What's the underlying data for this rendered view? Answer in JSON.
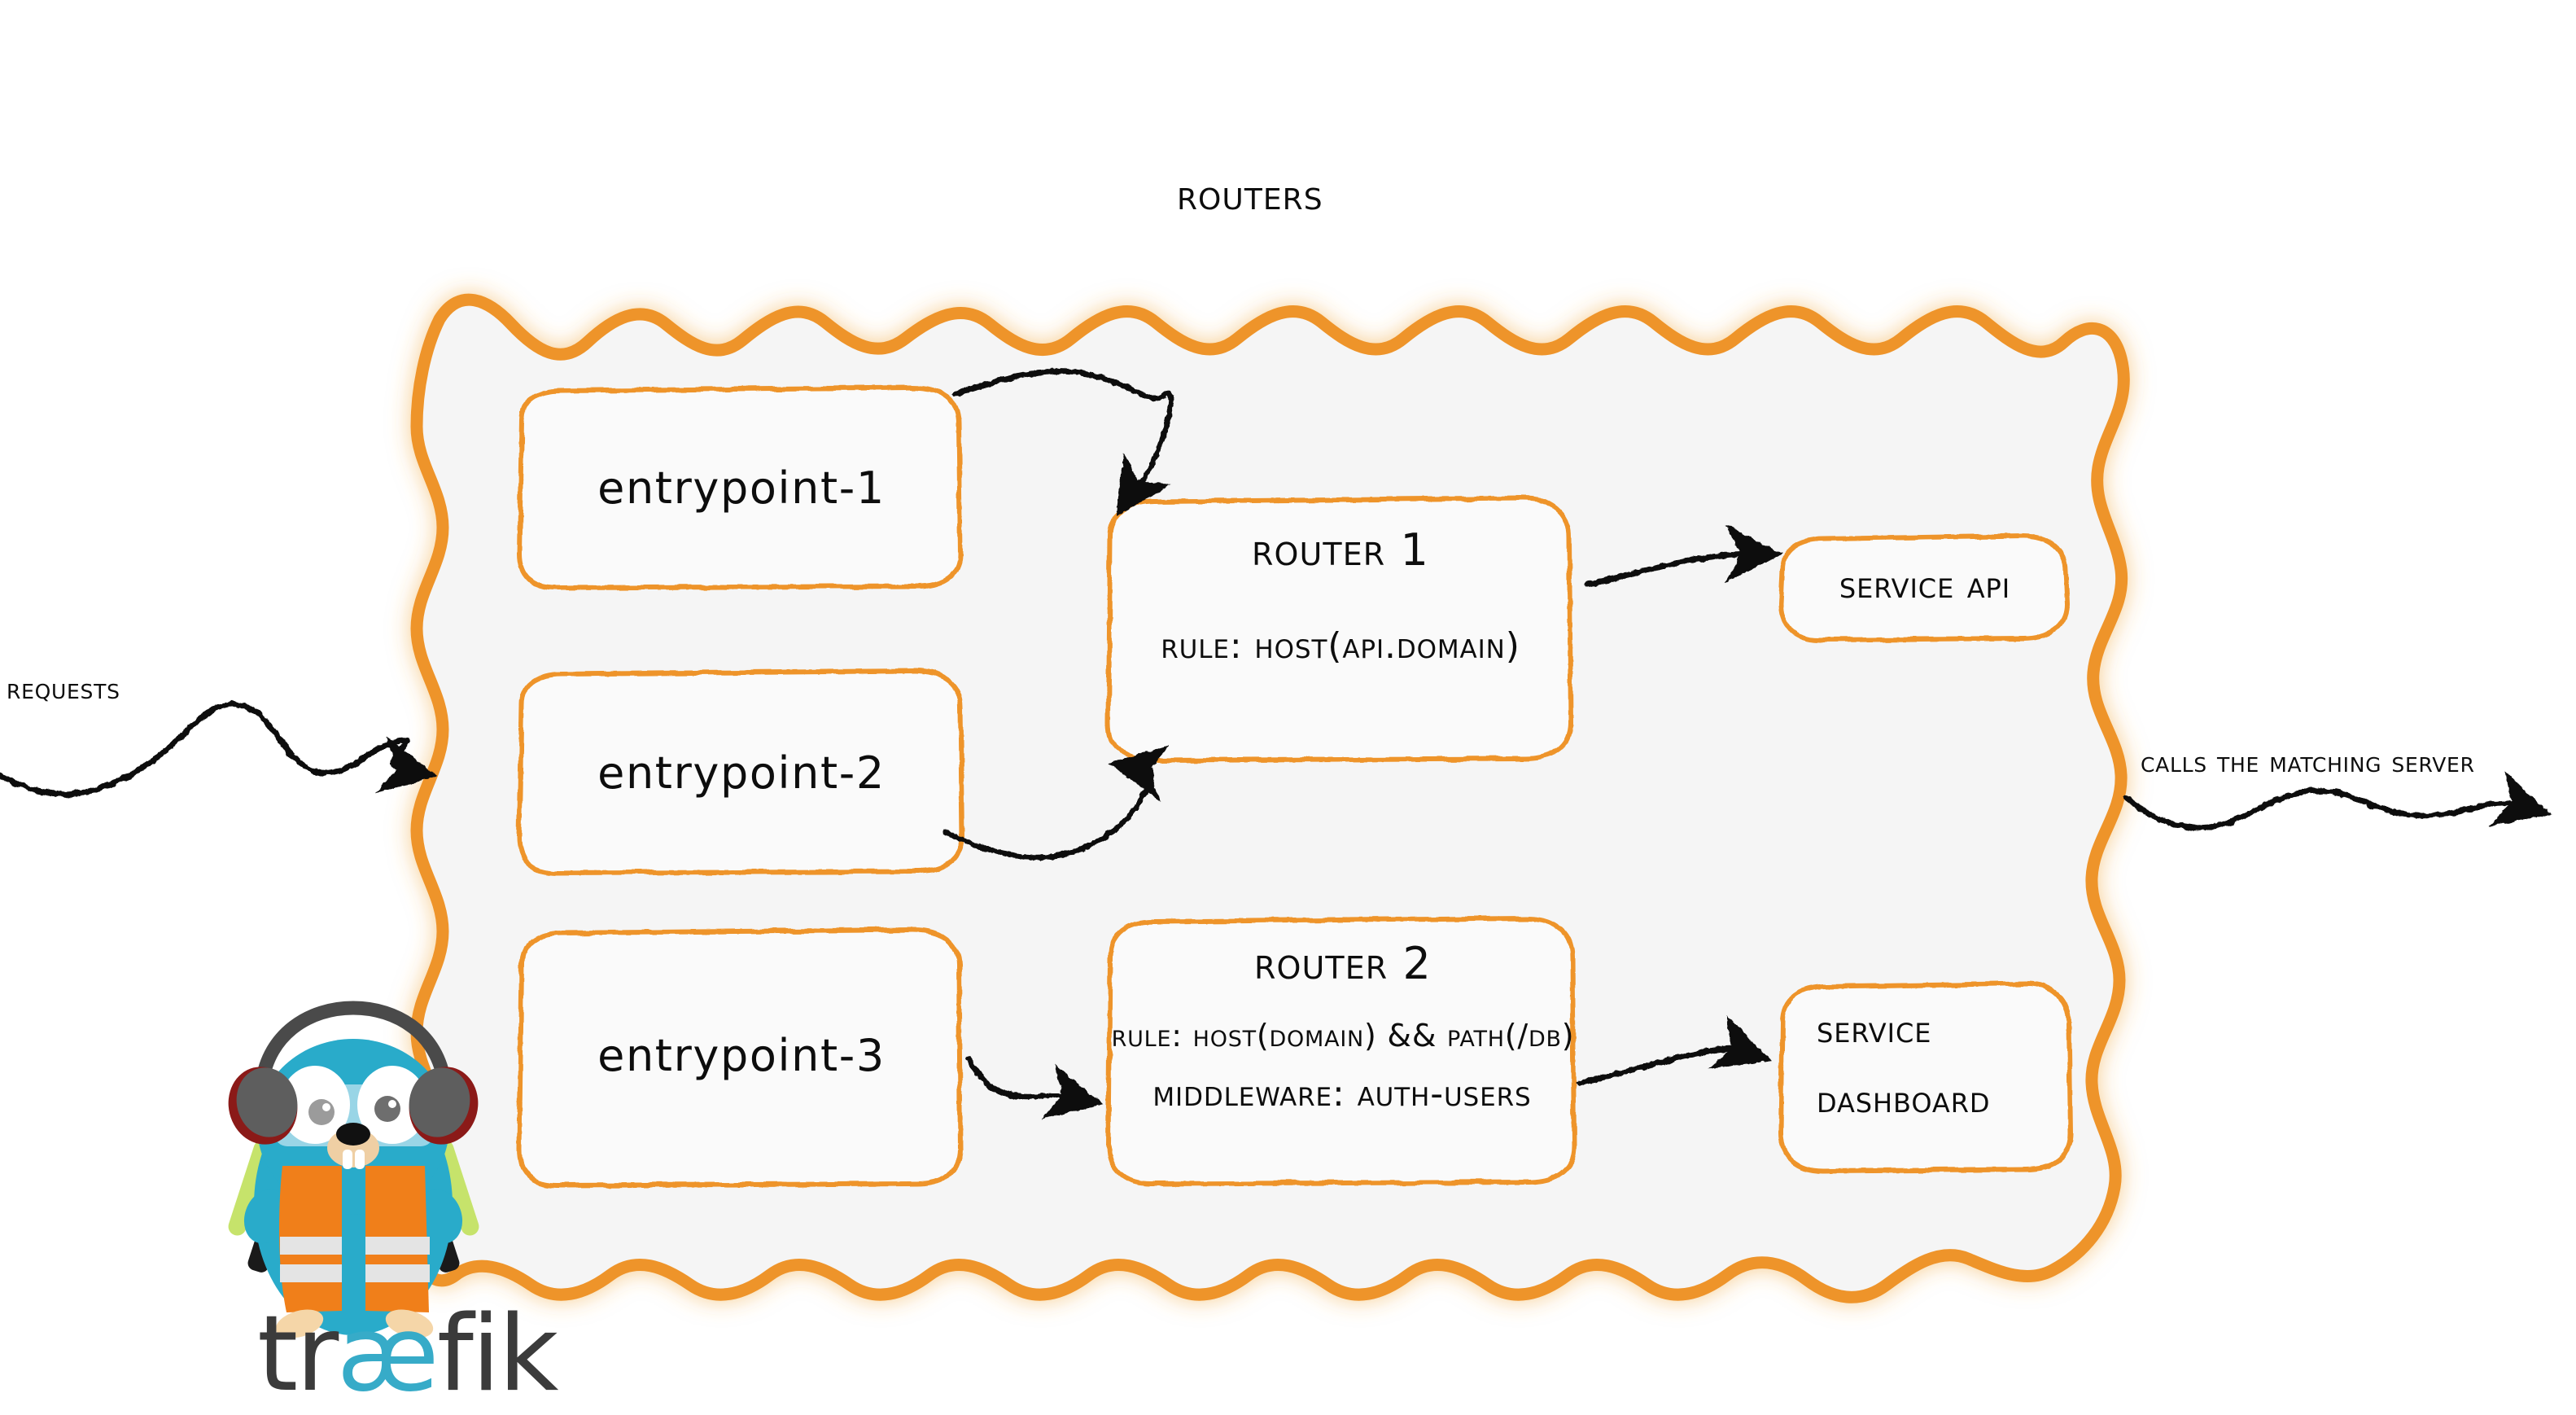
{
  "diagram": {
    "title": "Routers",
    "brand_name": "traefik",
    "brand_prefix": "tr",
    "brand_ligature": "æ",
    "brand_suffix": "fik",
    "colors": {
      "accent_orange": "#EE9429",
      "panel_fill": "#F5F5F5",
      "ink": "#0D0D0D",
      "brand_blue": "#37ABC8",
      "brand_gray": "#3B3B3B"
    }
  },
  "captions": {
    "requests": "Requests",
    "calls_matching_server": "Calls the matching server"
  },
  "entrypoints": [
    {
      "label": "entrypoint-1"
    },
    {
      "label": "entrypoint-2"
    },
    {
      "label": "entrypoint-3"
    }
  ],
  "routers": [
    {
      "name": "Router 1",
      "lines": [
        "rule: Host(api.domain)"
      ]
    },
    {
      "name": "Router 2",
      "lines": [
        "rule: Host(domain) && Path(/db)",
        "Middleware: auth-users"
      ]
    }
  ],
  "services": [
    {
      "lines": [
        "Service API"
      ]
    },
    {
      "lines": [
        "Service",
        "Dashboard"
      ]
    }
  ],
  "connections": [
    {
      "from": "entrypoint-1",
      "to": "Router 1"
    },
    {
      "from": "entrypoint-2",
      "to": "Router 1"
    },
    {
      "from": "entrypoint-3",
      "to": "Router 2"
    },
    {
      "from": "Router 1",
      "to": "Service API"
    },
    {
      "from": "Router 2",
      "to": "Service Dashboard"
    },
    {
      "from": "Requests",
      "to": "Routers panel"
    },
    {
      "from": "Routers panel",
      "to": "Calls the matching server"
    }
  ],
  "mascot": {
    "name": "traefik-gopher"
  }
}
